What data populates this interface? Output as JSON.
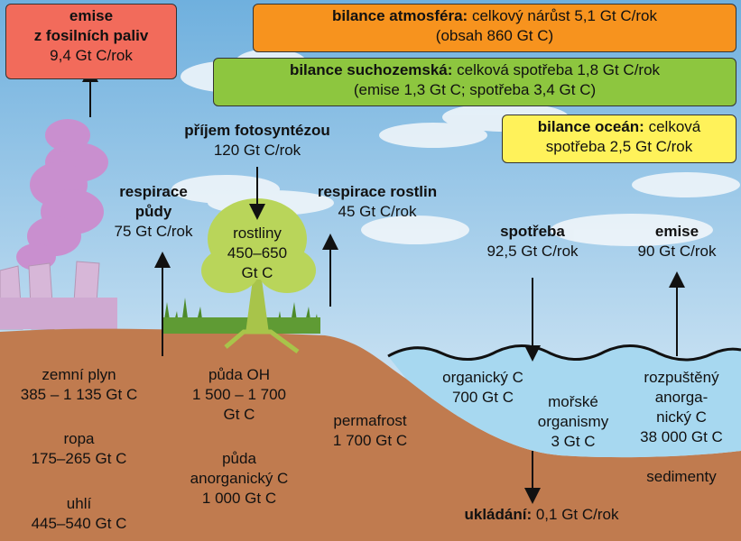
{
  "fossil_box": {
    "title_line1": "emise",
    "title_line2": "z fosilních paliv",
    "value": "9,4 Gt C/rok",
    "color": "#f26b5b"
  },
  "atmosphere_box": {
    "title": "bilance atmosféra:",
    "line1_rest": " celkový nárůst 5,1 Gt C/rok",
    "line2": "(obsah 860 Gt C)",
    "color": "#f7931e"
  },
  "land_box": {
    "title": "bilance suchozemská:",
    "line1_rest": " celková spotřeba 1,8 Gt C/rok",
    "line2": "(emise 1,3 Gt C; spotřeba 3,4 Gt C)",
    "color": "#8dc63f"
  },
  "ocean_box": {
    "title": "bilance oceán:",
    "line1_rest": " celková",
    "line2": "spotřeba 2,5 Gt C/rok",
    "color": "#fff25a"
  },
  "photosynthesis": {
    "title": "příjem fotosyntézou",
    "value": "120 Gt C/rok"
  },
  "soil_respiration": {
    "title_line1": "respirace",
    "title_line2": "půdy",
    "value": "75 Gt C/rok"
  },
  "plant_respiration": {
    "title": "respirace rostlin",
    "value": "45 Gt C/rok"
  },
  "plants": {
    "line1": "rostliny",
    "line2": "450–650",
    "line3": "Gt C"
  },
  "ocean_uptake": {
    "title": "spotřeba",
    "value": "92,5 Gt C/rok"
  },
  "ocean_emission": {
    "title": "emise",
    "value": "90 Gt C/rok"
  },
  "ground": {
    "natural_gas": {
      "line1": "zemní plyn",
      "line2": "385 – 1 135 Gt C"
    },
    "oil": {
      "line1": "ropa",
      "line2": "175–265 Gt C"
    },
    "coal": {
      "line1": "uhlí",
      "line2": "445–540 Gt C"
    },
    "soil_organic": {
      "line1": "půda OH",
      "line2": "1 500 – 1 700",
      "line3": "Gt C"
    },
    "soil_inorganic": {
      "line1": "půda",
      "line2": "anorganický C",
      "line3": "1 000 Gt C"
    },
    "permafrost": {
      "line1": "permafrost",
      "line2": "1 700 Gt C"
    }
  },
  "ocean": {
    "organic": {
      "line1": "organický C",
      "line2": "700 Gt C"
    },
    "organisms": {
      "line1": "mořské",
      "line2": "organismy",
      "line3": "3 Gt C"
    },
    "dissolved": {
      "line1": "rozpuštěný",
      "line2": "anorga-",
      "line3": "nický C",
      "line4": "38 000 Gt C"
    },
    "sediments": "sedimenty"
  },
  "storage": {
    "title": "ukládání:",
    "value": " 0,1 Gt C/rok"
  },
  "colors": {
    "sky_top": "#7fb8e0",
    "sky_bottom": "#e6f2fa",
    "soil": "#c07b4f",
    "water": "#a7d8f0",
    "smoke": "#c98fcf"
  }
}
